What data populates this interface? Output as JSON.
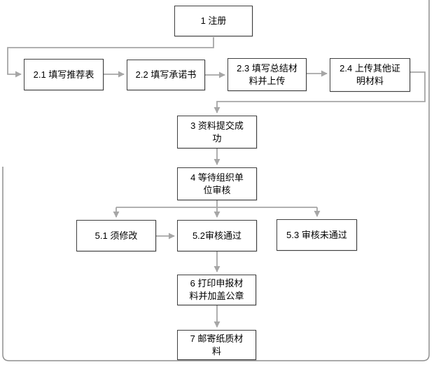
{
  "page": {
    "background_color": "#ffffff",
    "frame_border_color": "#8f8f8f"
  },
  "flowchart": {
    "colors": {
      "box_border": "#404040",
      "box_fill": "#ffffff",
      "connector": "#a6a6a6",
      "text": "#000000"
    },
    "nodes": [
      {
        "id": "1",
        "label": "1 注册"
      },
      {
        "id": "2.1",
        "label": "2.1 填写推荐表"
      },
      {
        "id": "2.2",
        "label": "2.2 填写承诺书"
      },
      {
        "id": "2.3",
        "label": "2.3 填写总结材\n料并上传"
      },
      {
        "id": "2.4",
        "label": "2.4 上传其他证\n明材料"
      },
      {
        "id": "3",
        "label": "3 资料提交成\n功"
      },
      {
        "id": "4",
        "label": "4 等待组织单\n位审核"
      },
      {
        "id": "5.1",
        "label": "5.1 须修改"
      },
      {
        "id": "5.2",
        "label": "5.2审核通过"
      },
      {
        "id": "5.3",
        "label": "5.3 审核未通过"
      },
      {
        "id": "6",
        "label": "6 打印申报材\n料并加盖公章"
      },
      {
        "id": "7",
        "label": "7 邮寄纸质材\n料"
      }
    ],
    "edges": [
      {
        "from": "1",
        "to": "2.1"
      },
      {
        "from": "2.1",
        "to": "2.2"
      },
      {
        "from": "2.2",
        "to": "2.3"
      },
      {
        "from": "2.3",
        "to": "2.4"
      },
      {
        "from": "2.4",
        "to": "3"
      },
      {
        "from": "3",
        "to": "4"
      },
      {
        "from": "4",
        "to": "5.1"
      },
      {
        "from": "4",
        "to": "5.2"
      },
      {
        "from": "4",
        "to": "5.3"
      },
      {
        "from": "5.1",
        "to": "5.2"
      },
      {
        "from": "5.2",
        "to": "6"
      },
      {
        "from": "6",
        "to": "7"
      }
    ]
  }
}
